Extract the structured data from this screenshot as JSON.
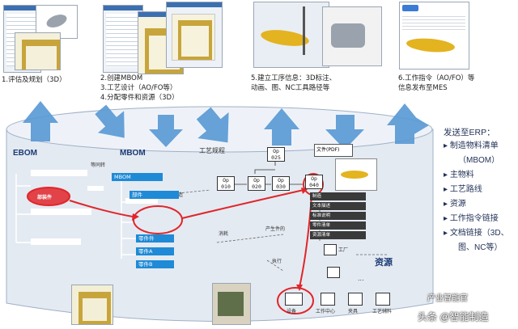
{
  "steps": [
    {
      "label": "1.评估及规划（3D）"
    },
    {
      "label": "2.创建MBOM"
    },
    {
      "label": "3.工艺设计（AO/FO等）"
    },
    {
      "label": "4.分配零件和资源（3D）"
    },
    {
      "label": "5.建立工序信息：3D标注、"
    },
    {
      "label": "动画、图、NC工具路径等"
    },
    {
      "label": "6.工作指令（AO/FO）等"
    },
    {
      "label": "信息发布至MES"
    }
  ],
  "cylinder": {
    "ebom_label": "EBOM",
    "mbom_label": "MBOM",
    "process_route_label": "工艺规程",
    "resource_label": "资源",
    "ebom_selected": "部装件",
    "mbom_header": "MBOM",
    "mbom_items": [
      "部件",
      "零件件",
      "零件A",
      "零件B"
    ],
    "equiv_label": "等同转",
    "build_label": "建造",
    "consume_label": "消耗",
    "produce_label": "产生件的",
    "execute_label": "执行",
    "factory_label": "工厂",
    "dots": "...",
    "ops": [
      "Op\n010",
      "Op\n020",
      "Op\n025",
      "Op\n030",
      "Op\n040"
    ],
    "file_label": "文件(PDF)",
    "resource_rows": [
      "制造",
      "文本描述",
      "标准说明",
      "零件清单",
      "资源清单"
    ],
    "bottom_items": [
      "设备",
      "工作中心",
      "夹具",
      "工艺辅料"
    ]
  },
  "sidebar": {
    "title": "发送至ERP：",
    "items": [
      "制造物料清单",
      "（MBOM）",
      "主物料",
      "工艺路线",
      "资源",
      "工作指令链接",
      "文档链接（3D、",
      "图、NC等）"
    ]
  },
  "watermark": "头条 @智能制造",
  "watermark_small": "产业智能官",
  "colors": {
    "arrow": "#5b9bd5",
    "cylinder_fill": "#e4eaf2",
    "cylinder_stroke": "#9fb0c6",
    "red": "#e0262a",
    "blue": "#1f8ad6"
  }
}
